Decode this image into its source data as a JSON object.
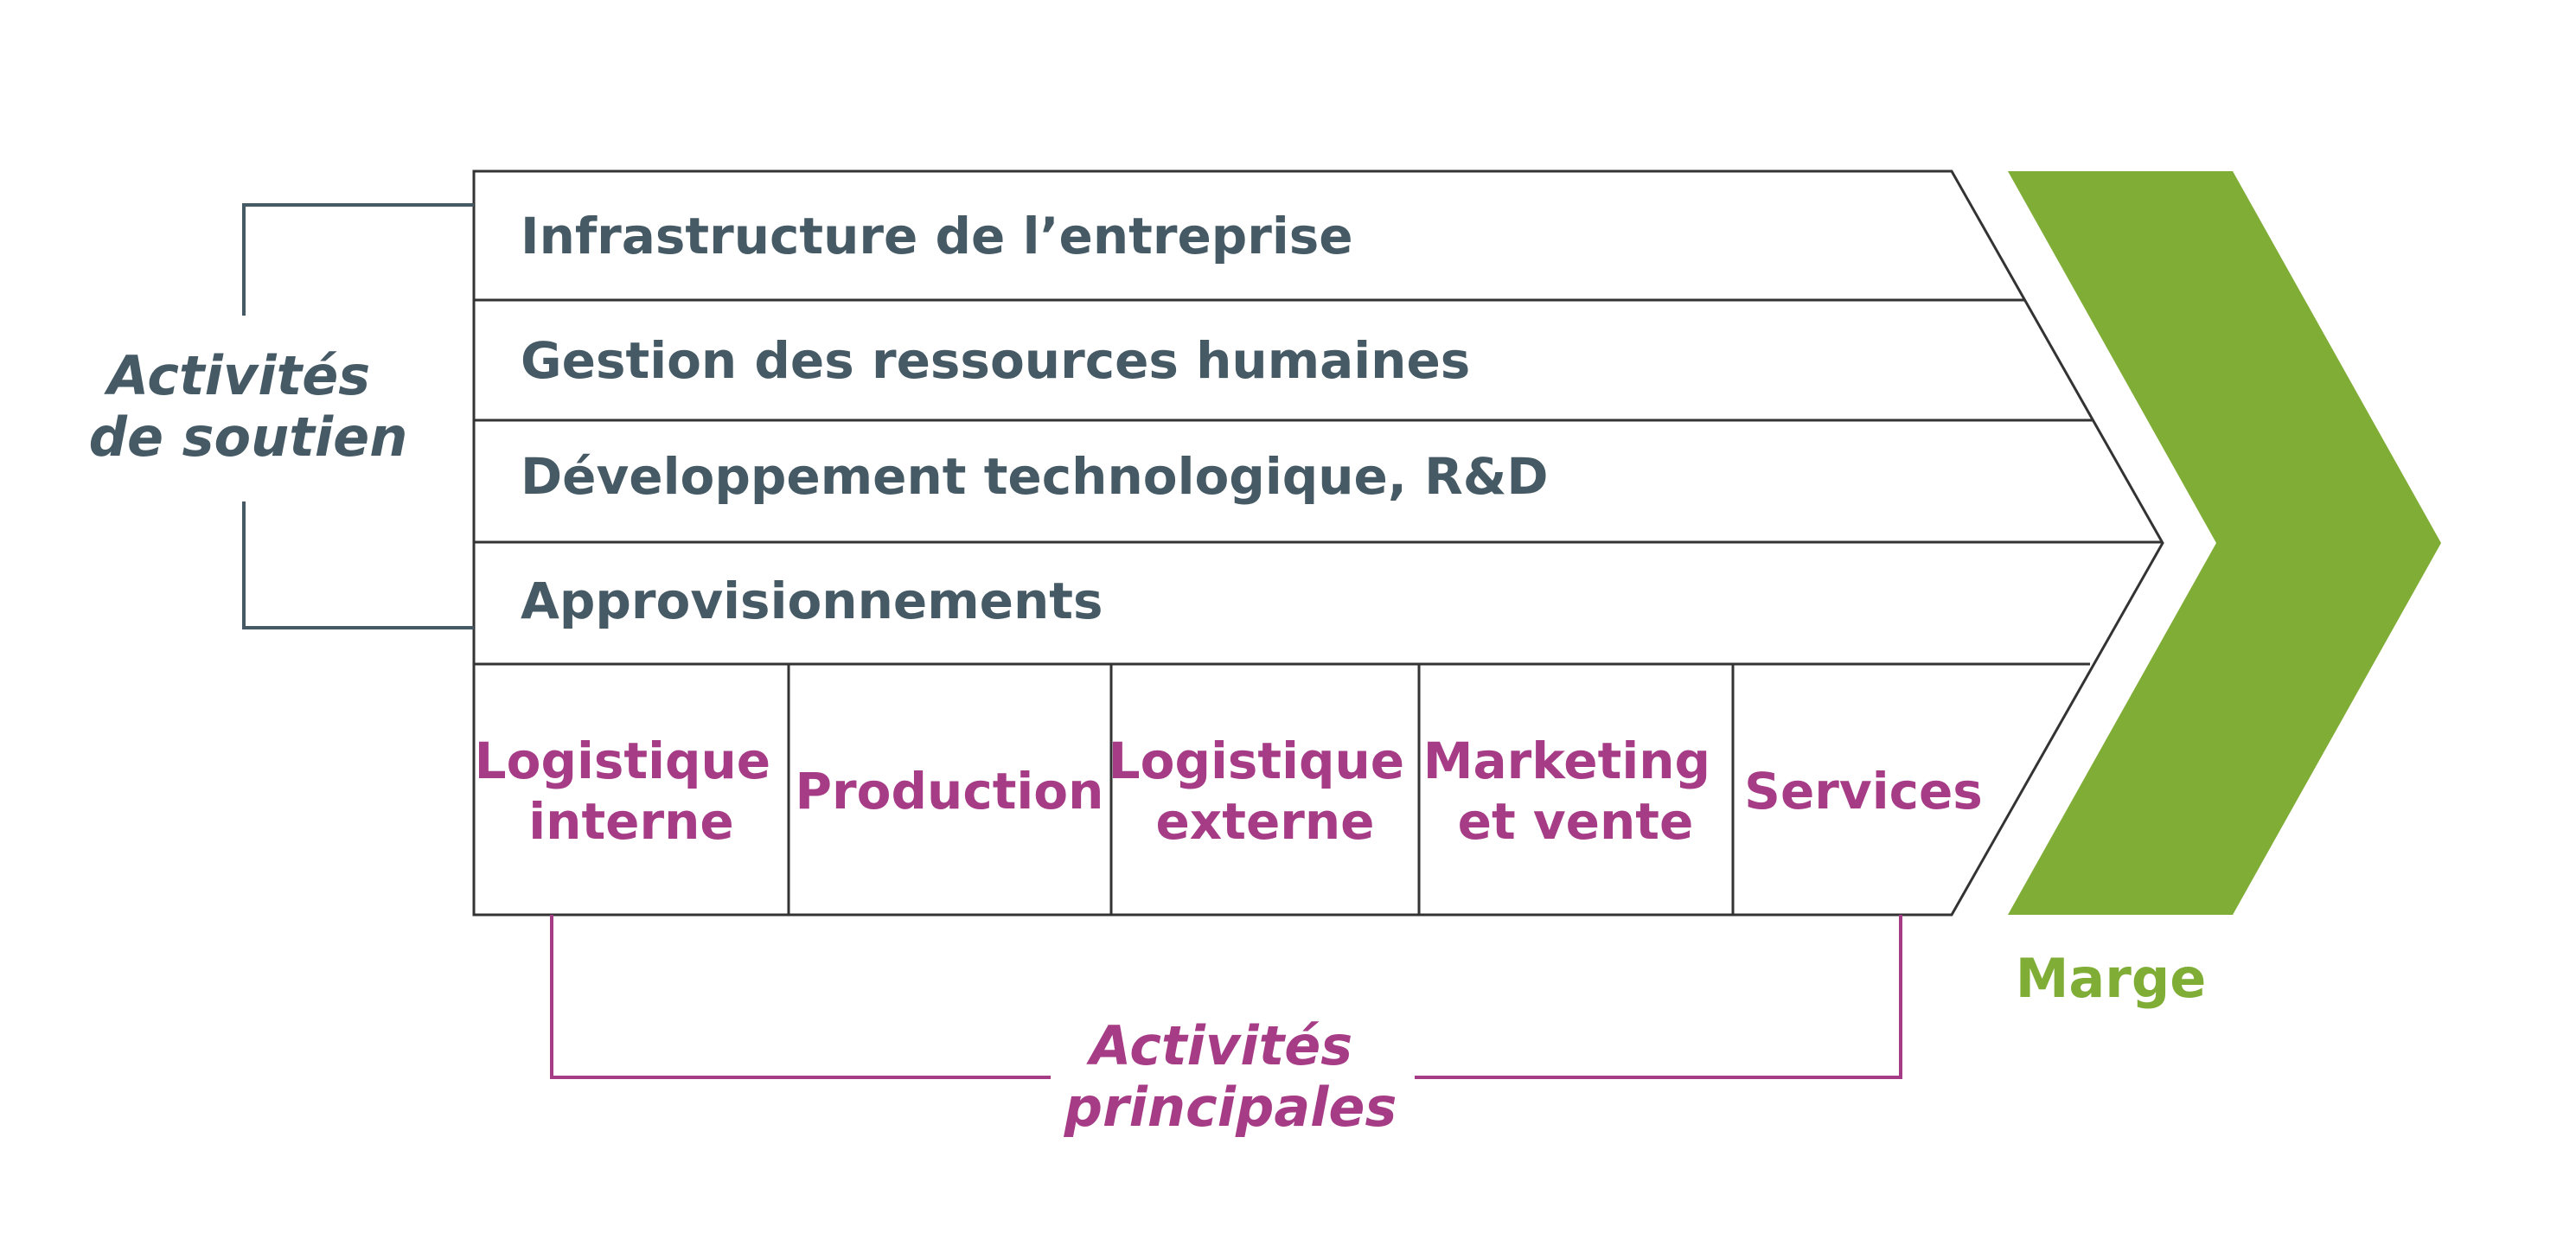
{
  "support_group": {
    "line1": "Activités",
    "line2": "de soutien"
  },
  "support_activities": [
    "Infrastructure de l’entreprise",
    "Gestion des ressources humaines",
    "Développement technologique, R&D",
    "Approvisionnements"
  ],
  "primary_activities": [
    {
      "line1": "Logistique",
      "line2": "interne"
    },
    {
      "line1": "Production",
      "line2": ""
    },
    {
      "line1": "Logistique",
      "line2": "externe"
    },
    {
      "line1": "Marketing",
      "line2": "et vente"
    },
    {
      "line1": "Services",
      "line2": ""
    }
  ],
  "primary_group": {
    "line1": "Activités",
    "line2": "principales"
  },
  "margin_label": "Marge",
  "colors": {
    "support": "#455a64",
    "primary": "#a63b86",
    "margin": "#7fad36",
    "outline": "#333333"
  }
}
